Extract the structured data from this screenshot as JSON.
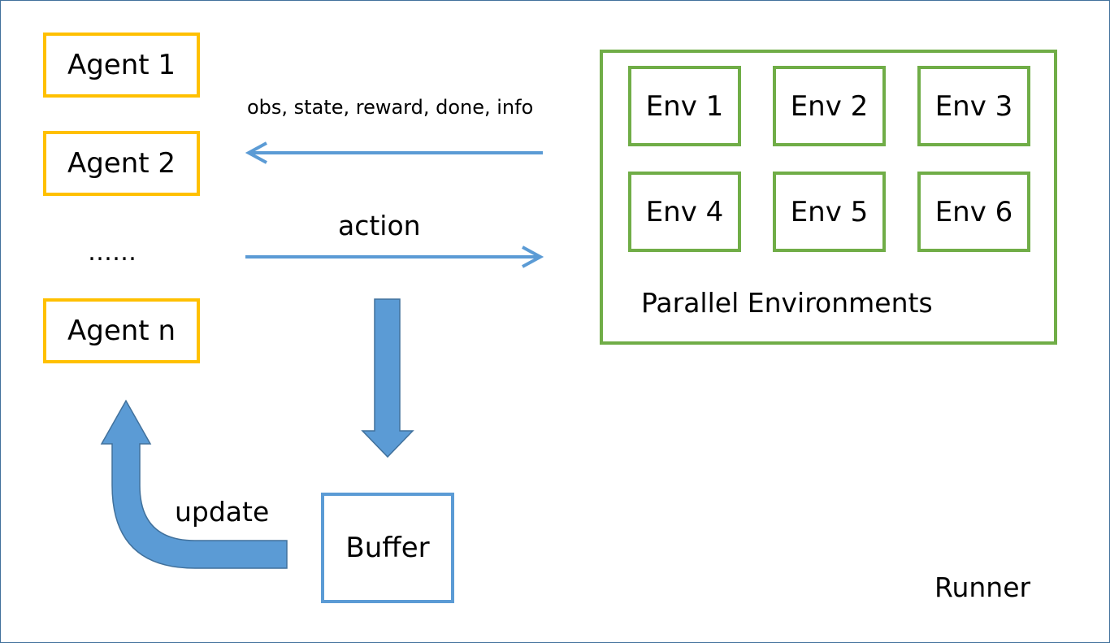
{
  "agents": {
    "agent_1": "Agent 1",
    "agent_2": "Agent 2",
    "ellipsis": "……",
    "agent_n": "Agent n"
  },
  "arrows": {
    "observation_label": "obs, state, reward, done, info",
    "action_label": "action",
    "update_label": "update"
  },
  "environments": {
    "envs": [
      "Env 1",
      "Env 2",
      "Env 3",
      "Env 4",
      "Env 5",
      "Env 6"
    ],
    "group_label": "Parallel Environments"
  },
  "buffer": {
    "label": "Buffer"
  },
  "runner": {
    "label": "Runner"
  },
  "colors": {
    "agent_border": "#ffc000",
    "env_border": "#70ad47",
    "arrow_blue": "#5b9bd5",
    "frame_border": "#41719c"
  }
}
